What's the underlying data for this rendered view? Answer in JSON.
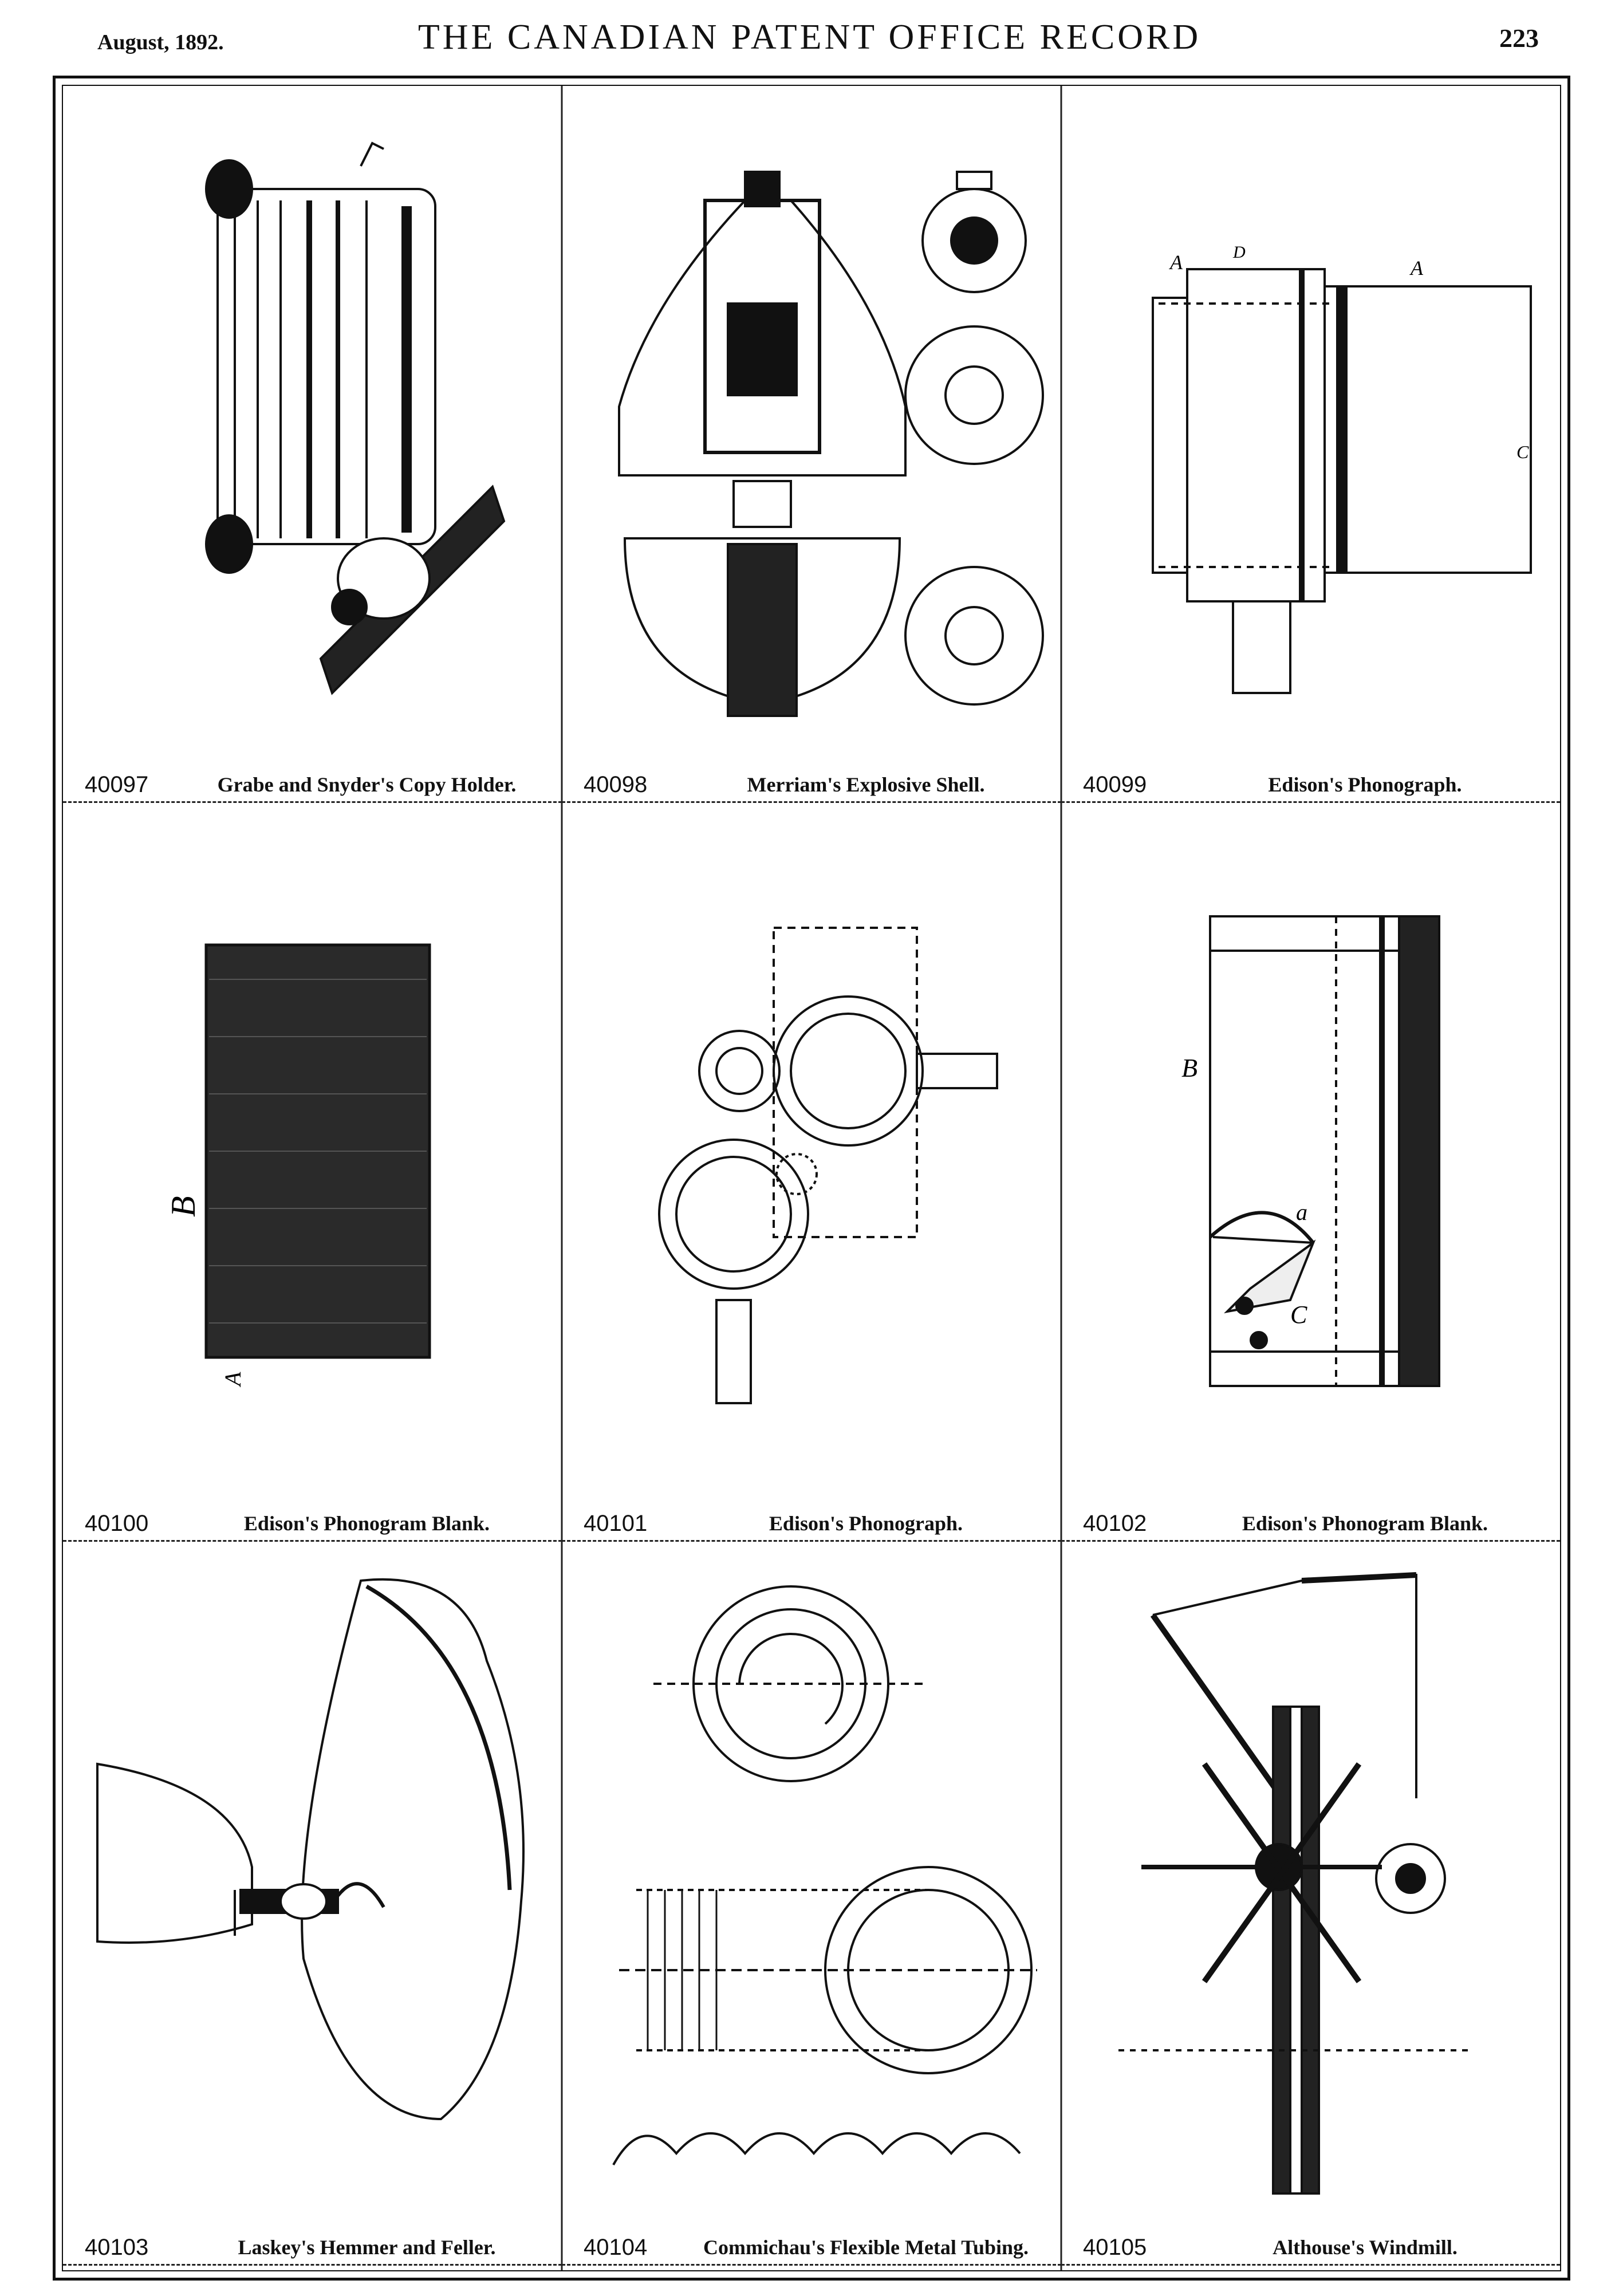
{
  "header": {
    "date": "August, 1892.",
    "title": "THE CANADIAN PATENT OFFICE RECORD",
    "page_number": "223"
  },
  "figures": [
    {
      "number": "40097",
      "title": "Grabe and Snyder's Copy Holder."
    },
    {
      "number": "40098",
      "title": "Merriam's Explosive Shell."
    },
    {
      "number": "40099",
      "title": "Edison's Phonograph."
    },
    {
      "number": "40100",
      "title": "Edison's Phonogram Blank."
    },
    {
      "number": "40101",
      "title": "Edison's Phonograph."
    },
    {
      "number": "40102",
      "title": "Edison's Phonogram Blank."
    },
    {
      "number": "40103",
      "title": "Laskey's Hemmer and Feller."
    },
    {
      "number": "40104",
      "title": "Commichau's Flexible Metal Tubing."
    },
    {
      "number": "40105",
      "title": "Althouse's Windmill."
    }
  ],
  "labels": {
    "fig_40100_b": "B",
    "fig_40100_a": "A",
    "fig_40102_b": "B",
    "fig_40102_a": "a",
    "fig_40102_c": "C",
    "fig_40099_a1": "A",
    "fig_40099_a2": "A",
    "fig_40099_d": "D",
    "fig_40099_c": "C"
  }
}
